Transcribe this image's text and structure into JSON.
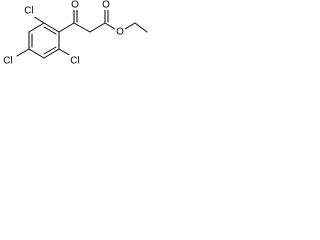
{
  "molecule": {
    "atoms": {
      "keto_oxygen": "O",
      "ester_carbonyl_oxygen": "O",
      "ester_ether_oxygen": "O",
      "chlorine_top_left": "Cl",
      "chlorine_left": "Cl",
      "chlorine_right": "Cl"
    }
  },
  "colors": {
    "bond": "#000000",
    "label": "#000000",
    "background": "#ffffff"
  }
}
